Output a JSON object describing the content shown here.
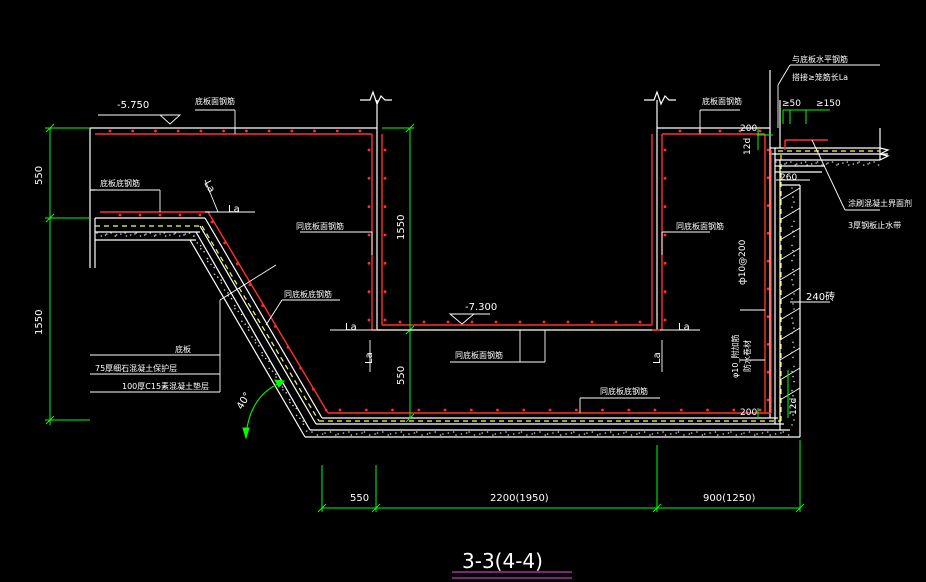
{
  "title": "3-3(4-4)",
  "colors": {
    "background": "#000000",
    "rebar": "#ff3030",
    "concrete": "#ffffff",
    "dimension": "#00ff00",
    "leader": "#ffffff",
    "yellow_layer": "#ffff40",
    "title_underline": "#cc33cc",
    "angle_mark": "#00ff00"
  },
  "elevations": {
    "top": "-5.750",
    "pit": "-7.300"
  },
  "dimensions": {
    "left_top": "550",
    "left_bottom": "1550",
    "center_upper": "1550",
    "center_lower": "550",
    "bottom_1": "550",
    "bottom_2": "2200(1950)",
    "bottom_3": "900(1250)",
    "right_top": "200",
    "right_bottom": "200",
    "right_12d_top": "12d",
    "right_12d_bottom": "12d",
    "right_260": "260",
    "wall_240": "240砖",
    "ge50": "≥50",
    "ge150": "≥150",
    "angle": "40°"
  },
  "anchor_labels": {
    "la": "La",
    "la_slope": "La"
  },
  "annotations": {
    "top_bar_left": "底板面钢筋",
    "top_bar_right": "底板面钢筋",
    "left_step_bar": "底板底钢筋",
    "inner_wall_left": "同底板面钢筋",
    "inner_wall_right": "同底板面钢筋",
    "slope_bar": "同底板底钢筋",
    "pit_floor_bar": "同底板面钢筋",
    "pit_bottom_bar": "同底板底钢筋",
    "rebar_spec": "ф10@200",
    "right_waterproof_1": "φ10_附加筋",
    "right_waterproof_2": "防水卷材",
    "top_right_1": "与底板水平钢筋",
    "top_right_2": "搭接≥笼筋长La",
    "right_mid_1": "涂刷混凝土界面剂",
    "right_mid_2": "3厚钢板止水带",
    "layer_1": "底板",
    "layer_2": "75厚细石混凝土保护层",
    "layer_3": "100厚C15素混凝土垫层"
  }
}
